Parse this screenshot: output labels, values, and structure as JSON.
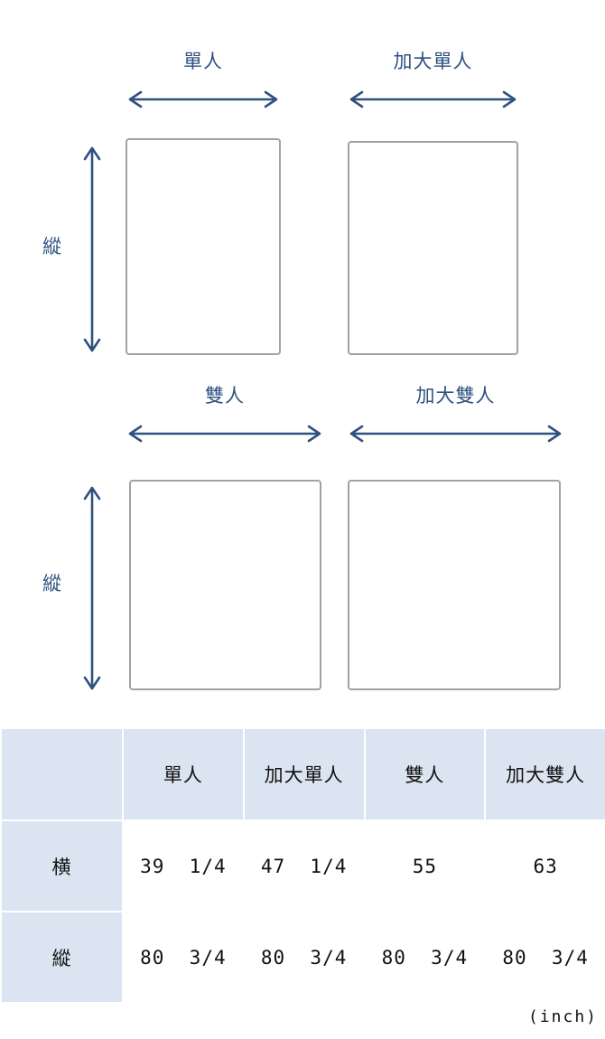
{
  "diagram": {
    "row_axis_label": "縱",
    "items": [
      {
        "name": "單人",
        "arrow": "horizontal-double-arrow"
      },
      {
        "name": "加大單人",
        "arrow": "horizontal-double-arrow"
      },
      {
        "name": "雙人",
        "arrow": "horizontal-double-arrow"
      },
      {
        "name": "加大雙人",
        "arrow": "horizontal-double-arrow"
      }
    ],
    "vertical_arrow": "vertical-double-arrow",
    "accent_color": "#2e5180",
    "box_border_color": "#a2a2a2"
  },
  "table": {
    "corner_label": "",
    "columns": [
      "單人",
      "加大單人",
      "雙人",
      "加大雙人"
    ],
    "rows": [
      {
        "label": "横",
        "values": [
          "39  1/4",
          "47  1/4",
          "55",
          "63"
        ]
      },
      {
        "label": "縱",
        "values": [
          "80  3/4",
          "80  3/4",
          "80  3/4",
          "80  3/4"
        ]
      }
    ],
    "header_bg": "#dbe4f1"
  },
  "unit_note": "(inch)"
}
